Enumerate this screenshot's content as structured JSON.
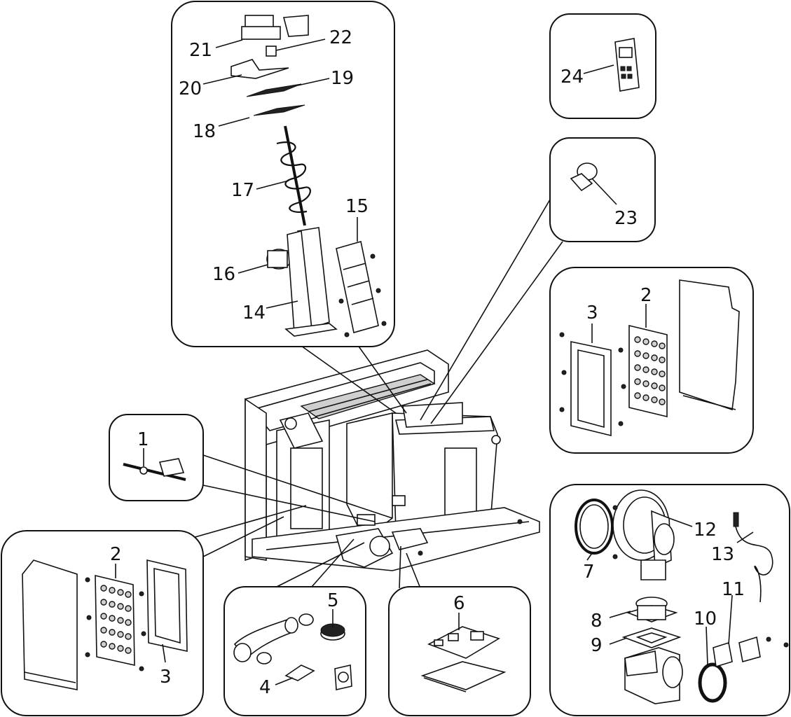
{
  "labels": {
    "l1": "1",
    "l2a": "2",
    "l2b": "2",
    "l3a": "3",
    "l3b": "3",
    "l4": "4",
    "l5": "5",
    "l6": "6",
    "l7": "7",
    "l8": "8",
    "l9": "9",
    "l10": "10",
    "l11": "11",
    "l12": "12",
    "l13": "13",
    "l14": "14",
    "l15": "15",
    "l16": "16",
    "l17": "17",
    "l18": "18",
    "l19": "19",
    "l20": "20",
    "l21": "21",
    "l22": "22",
    "l23": "23",
    "l24": "24"
  },
  "colors": {
    "line": "#111111",
    "fill": "#ffffff",
    "shade": "#cfcfcf"
  }
}
